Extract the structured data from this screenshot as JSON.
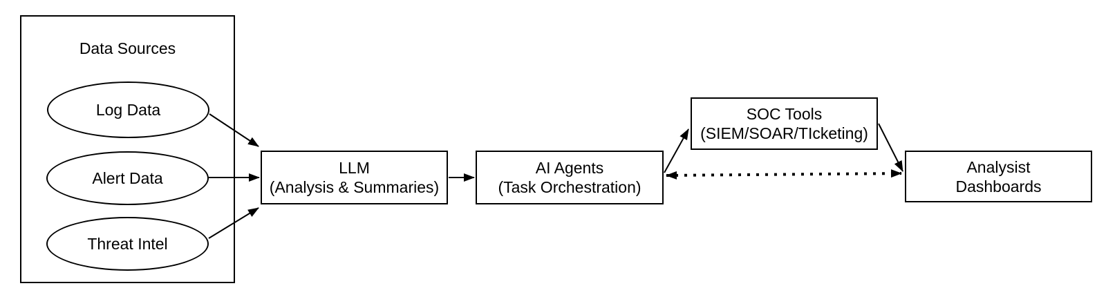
{
  "diagram": {
    "background_color": "#ffffff",
    "line_color": "#000000",
    "container": {
      "title": "Data Sources"
    },
    "sources": [
      {
        "label": "Log Data"
      },
      {
        "label": "Alert Data"
      },
      {
        "label": "Threat Intel"
      }
    ],
    "nodes": {
      "llm": {
        "line1": "LLM",
        "line2": "(Analysis & Summaries)"
      },
      "ai_agents": {
        "line1": "AI Agents",
        "line2": "(Task Orchestration)"
      },
      "soc_tools": {
        "line1": "SOC Tools",
        "line2": "(SIEM/SOAR/TIcketing)"
      },
      "dashboards": {
        "line1": "Analysist",
        "line2": "Dashboards"
      }
    },
    "edges": [
      {
        "from": "Log Data",
        "to": "LLM",
        "style": "solid-arrow"
      },
      {
        "from": "Alert Data",
        "to": "LLM",
        "style": "solid-arrow"
      },
      {
        "from": "Threat Intel",
        "to": "LLM",
        "style": "solid-arrow"
      },
      {
        "from": "LLM",
        "to": "AI Agents",
        "style": "solid-arrow"
      },
      {
        "from": "AI Agents",
        "to": "SOC Tools",
        "style": "solid-arrow"
      },
      {
        "from": "SOC Tools",
        "to": "Analysist Dashboards",
        "style": "solid-arrow"
      },
      {
        "from": "AI Agents",
        "to": "Analysist Dashboards",
        "style": "dotted-double-arrow"
      }
    ]
  }
}
